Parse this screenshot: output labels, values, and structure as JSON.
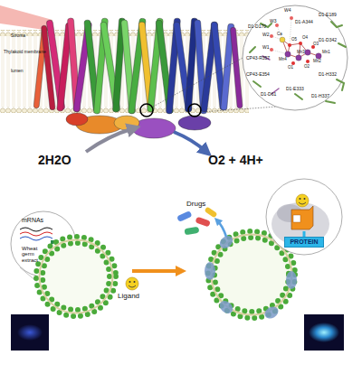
{
  "diagram": {
    "nodes": [
      {
        "text": [
          "PROTEIN"
        ]
      }
    ],
    "labels": [
      "Stroma",
      "Thylakoid membrane",
      "lumen",
      "W4",
      "W3",
      "D1-A344",
      "D1-E189",
      "W2",
      "W1",
      "D1-D170",
      "CP43-R357",
      "Ca",
      "Mn4",
      "O5",
      "O4",
      "D1-D342",
      "Mn3",
      "O3",
      "Mn2",
      "O1",
      "O2",
      "Mn1",
      "D1-H332",
      "CP43-E354",
      "D1-D61",
      "D1-E333",
      "D1-H337",
      "2H2O",
      "O2 + 4H+",
      "mRNAs",
      "Wheat germ extract",
      "Drugs",
      "Ligand"
    ]
  }
}
